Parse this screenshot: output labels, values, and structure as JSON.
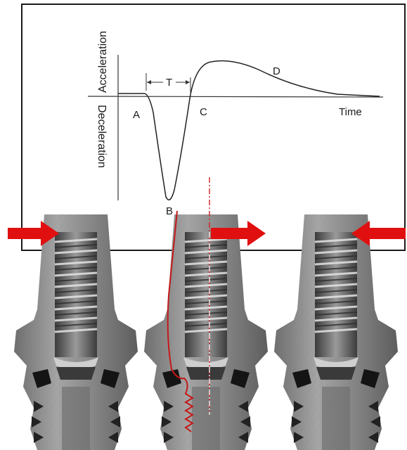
{
  "graph": {
    "y_positive_label": "Acceleration",
    "y_negative_label": "Deceleration",
    "x_label": "Time",
    "point_labels": {
      "a": "A",
      "b": "B",
      "c": "C",
      "d": "D"
    },
    "interval_label": "T"
  },
  "implants": [
    {
      "name": "left",
      "force_arrow": "inward-from-left"
    },
    {
      "name": "center",
      "force_arrow": "outward-to-right",
      "annotations": [
        "red wave trace",
        "dash-dot center line"
      ]
    },
    {
      "name": "right",
      "force_arrow": "inward-from-right"
    }
  ],
  "colors": {
    "arrow": "#e01010",
    "trace": "#c41818",
    "implant_metal": "#8c8c8c",
    "implant_dark": "#2a2a2a"
  }
}
